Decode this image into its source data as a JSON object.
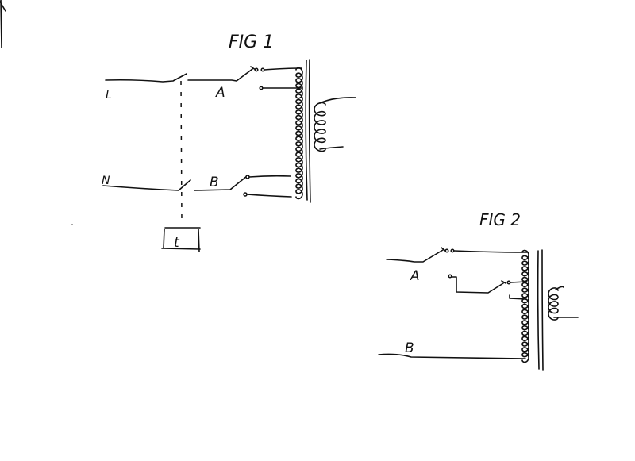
{
  "fig1": {
    "title": "FIG 1",
    "label_line": "L",
    "label_neutral": "N",
    "label_a": "A",
    "label_b": "B",
    "timer_label": "t"
  },
  "fig2": {
    "title": "FIG 2",
    "label_a": "A",
    "label_b": "B"
  },
  "colors": {
    "ink": "#111111",
    "paper": "#ffffff"
  }
}
